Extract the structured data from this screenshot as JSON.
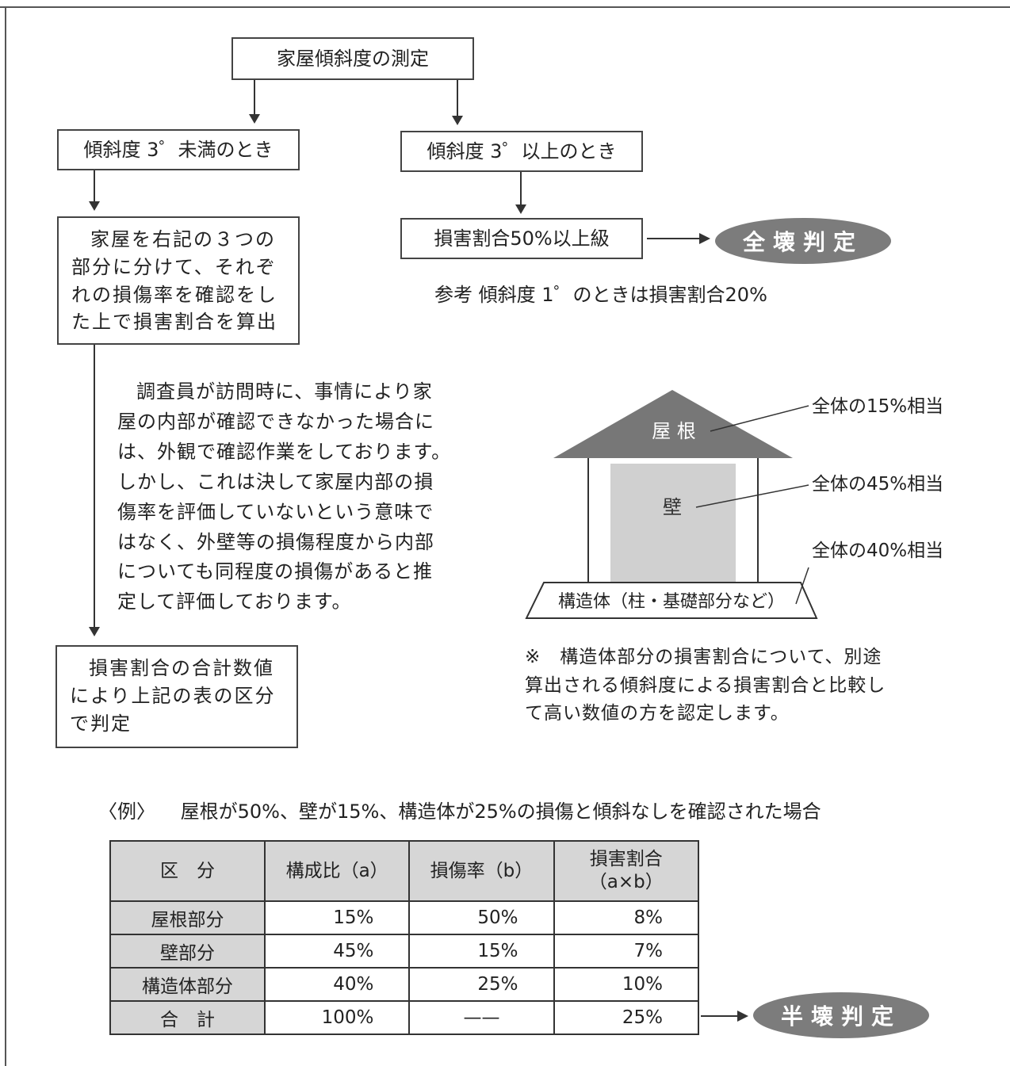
{
  "flow": {
    "measure": "家屋傾斜度の測定",
    "less_than_3": "傾斜度 3゜未満のとき",
    "over_3": "傾斜度 3゜以上のとき",
    "damage_over_50": "損害割合50%以上級",
    "full_verdict": "全壊判定",
    "reference": "参考 傾斜度 1゜のときは損害割合20%",
    "split_parts": "家屋を右記の３つの部分に分けて、それぞれの損傷率を確認をした上で損害割合を算出",
    "total_judge": "損害割合の合計数値により上記の表の区分で判定"
  },
  "explanation": [
    "調査員が訪問時に、事情により家",
    "屋の内部が確認できなかった場合に",
    "は、外観で確認作業をしております。",
    "しかし、これは決して家屋内部の損",
    "傷率を評価していないという意味で",
    "はなく、外壁等の損傷程度から内部",
    "についても同程度の損傷があると推",
    "定して評価しております。"
  ],
  "house": {
    "roof_label": "屋 根",
    "wall_label": "壁",
    "base_label": "構造体（柱・基礎部分など）",
    "roof_share": "全体の15%相当",
    "wall_share": "全体の45%相当",
    "structure_share": "全体の40%相当"
  },
  "note": [
    "※　構造体部分の損害割合について、別途",
    "算出される傾斜度による損害割合と比較し",
    "て高い数値の方を認定します。"
  ],
  "example": {
    "caption_tag": "〈例〉",
    "caption": "屋根が50%、壁が15%、構造体が25%の損傷と傾斜なしを確認された場合"
  },
  "table": {
    "headers": [
      "区　分",
      "構成比（a）",
      "損傷率（b）",
      "損害割合\n（a×b）"
    ],
    "rows": [
      [
        "屋根部分",
        "15%",
        "50%",
        "8%"
      ],
      [
        "壁部分",
        "45%",
        "15%",
        "7%"
      ],
      [
        "構造体部分",
        "40%",
        "25%",
        "10%"
      ],
      [
        "合　計",
        "100%",
        "——",
        "25%"
      ]
    ]
  },
  "half_verdict": "半壊判定",
  "colors": {
    "verdict_fill": "#7c7c7c",
    "roof_fill": "#777777",
    "wall_fill": "#d0d0d0",
    "header_fill": "#d6d6d6"
  }
}
